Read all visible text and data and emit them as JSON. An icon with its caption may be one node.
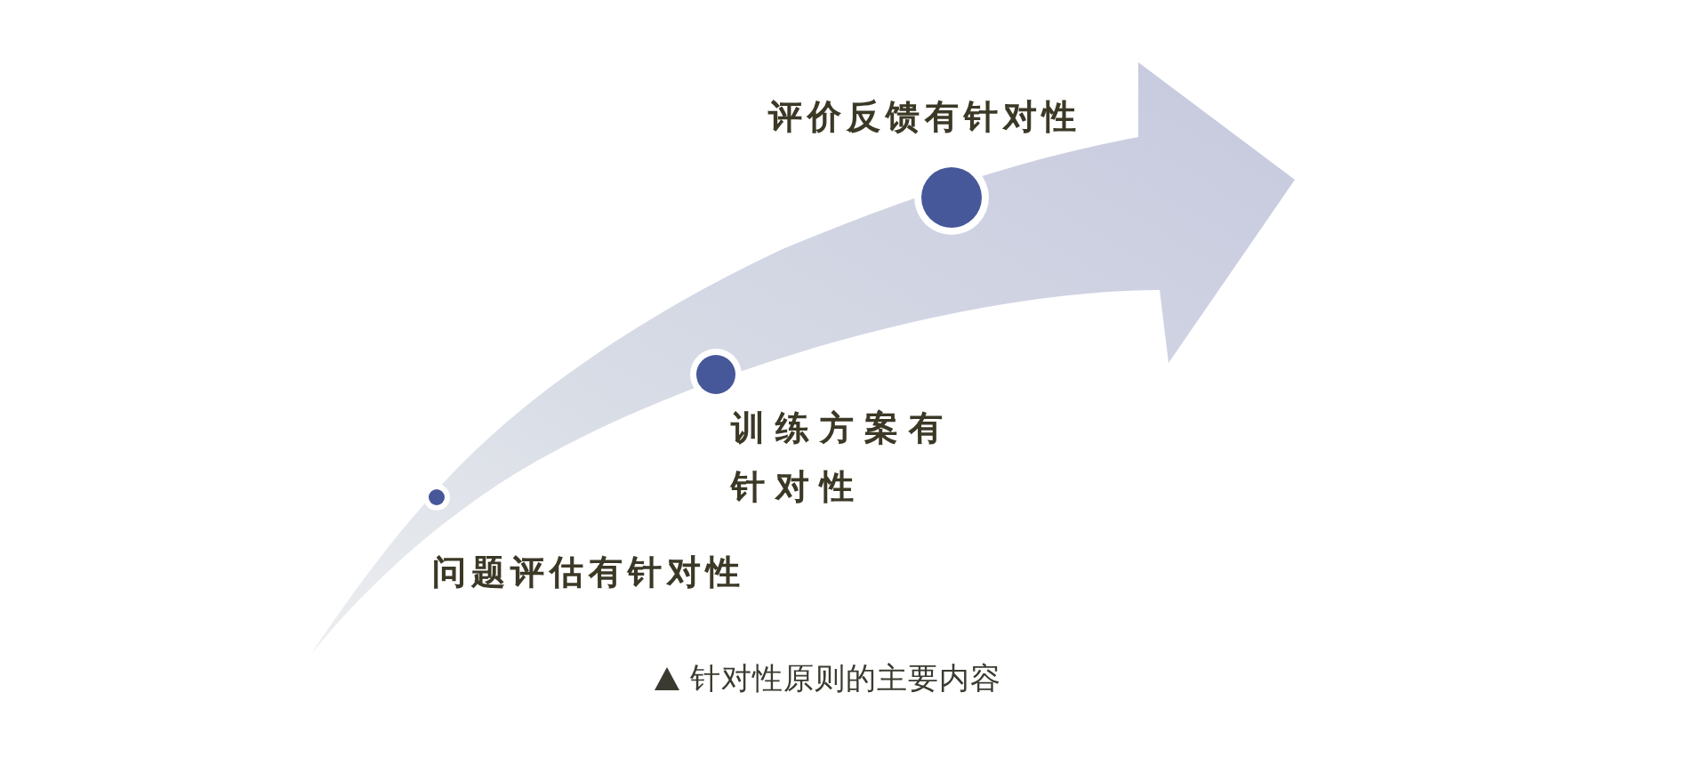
{
  "diagram": {
    "caption": "针对性原则的主要内容",
    "nodes": [
      {
        "text": [],
        "shape": "circle",
        "beside": [
          "问题评估有针对性"
        ]
      },
      {
        "text": [],
        "shape": "circle",
        "beside": [
          "训练方案有针对性"
        ]
      },
      {
        "text": [],
        "shape": "circle",
        "beside": [
          "评价反馈有针对性"
        ]
      }
    ]
  }
}
